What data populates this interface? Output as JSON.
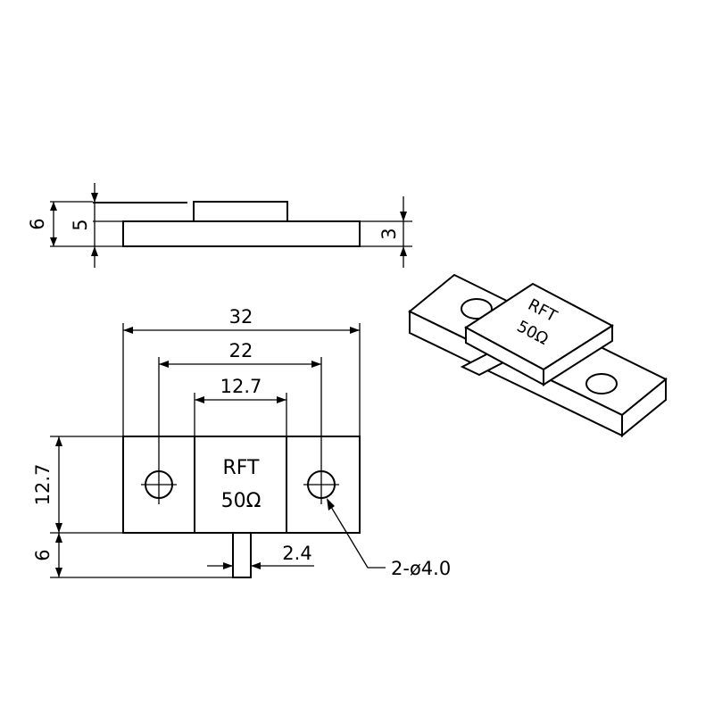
{
  "side_view": {
    "dim_total_height": "6",
    "dim_body_height": "5",
    "dim_flange_height": "3"
  },
  "top_view": {
    "dim_overall_length": "32",
    "dim_hole_spacing": "22",
    "dim_body_width": "12.7",
    "dim_flange_width": "12.7",
    "dim_lead_length": "6",
    "dim_lead_width": "2.4",
    "hole_callout": "2-ø4.0",
    "body_label_line1": "RFT",
    "body_label_line2": "50Ω"
  },
  "iso_view": {
    "label_line1": "RFT",
    "label_line2": "50Ω"
  }
}
